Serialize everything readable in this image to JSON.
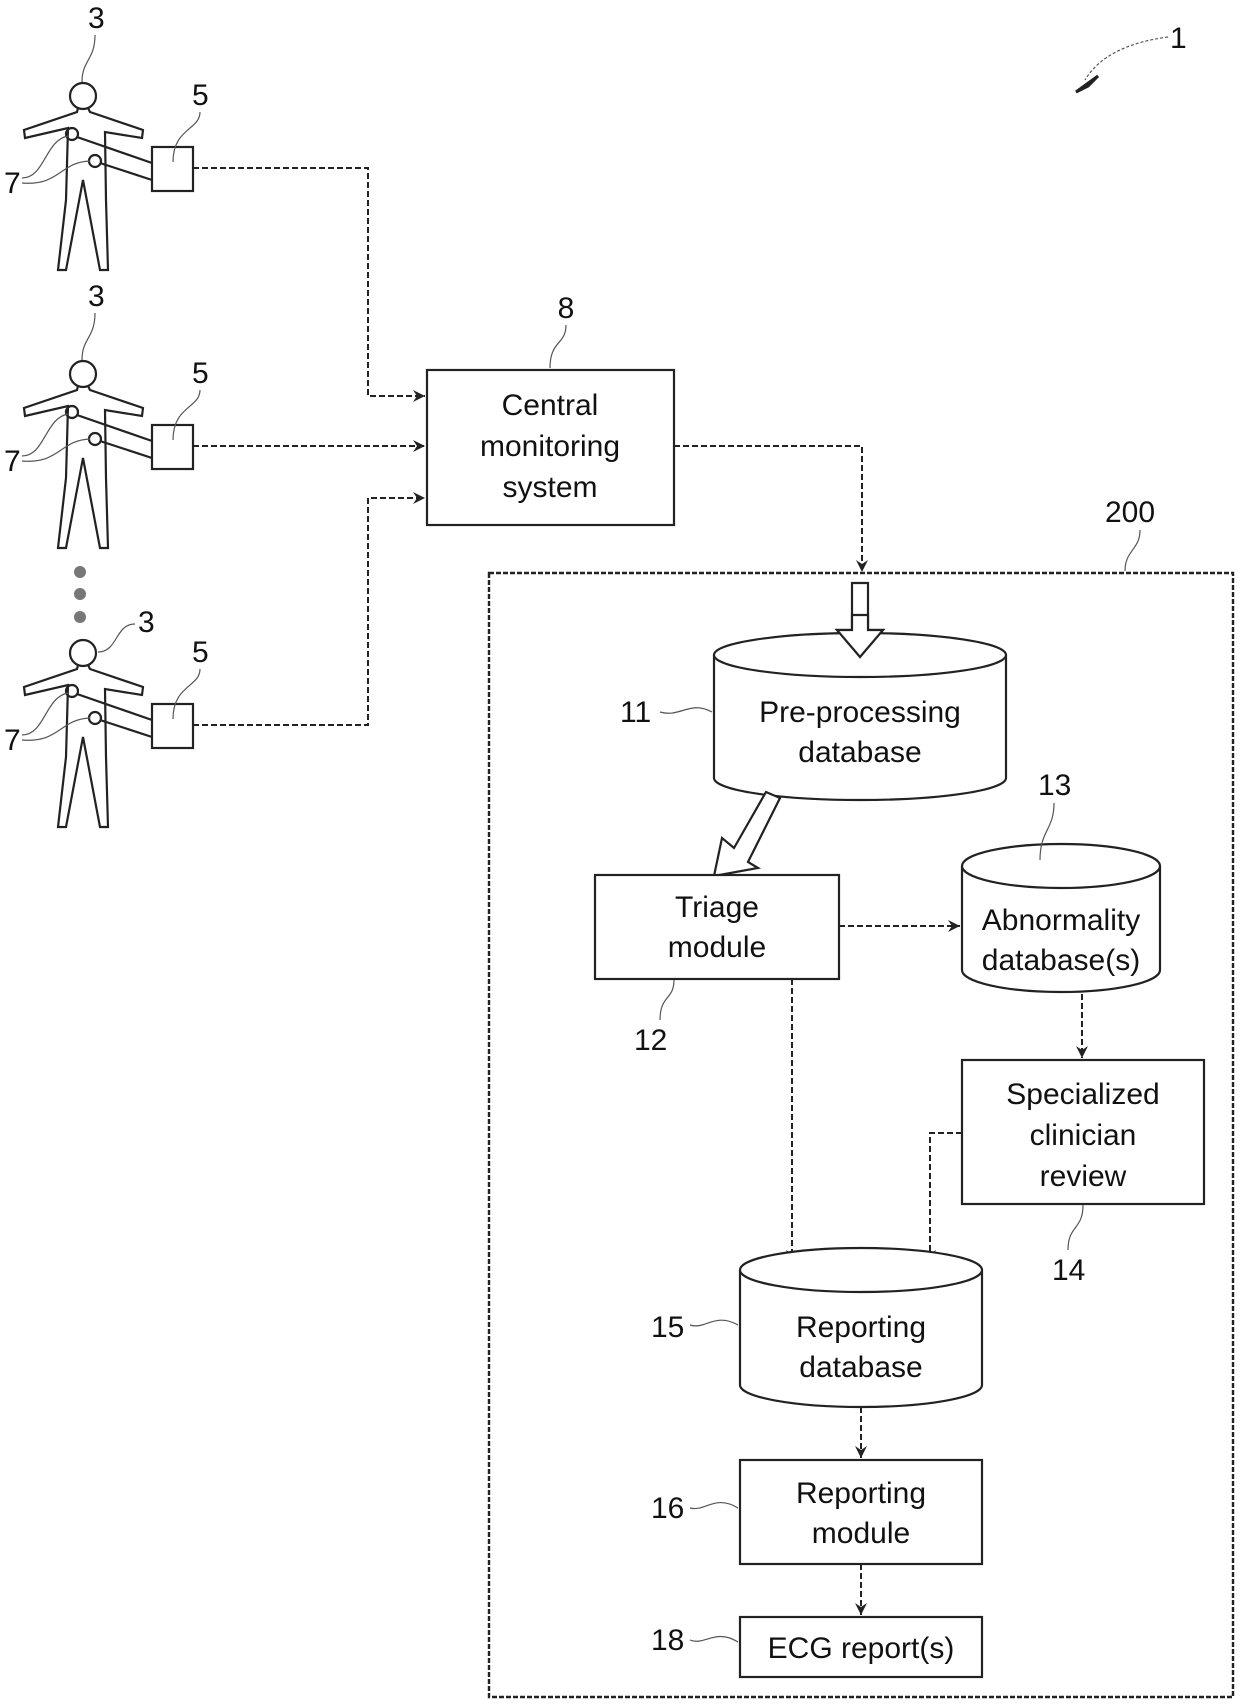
{
  "figure": {
    "ref_system": "1",
    "ref_outer_box": "200"
  },
  "patients": [
    {
      "ref_person": "3",
      "ref_device": "5",
      "ref_electrodes": "7"
    },
    {
      "ref_person": "3",
      "ref_device": "5",
      "ref_electrodes": "7"
    },
    {
      "ref_person": "3",
      "ref_device": "5",
      "ref_electrodes": "7"
    }
  ],
  "nodes": {
    "central": {
      "ref": "8",
      "lines": [
        "Central",
        "monitoring",
        "system"
      ]
    },
    "preprocessing": {
      "ref": "11",
      "lines": [
        "Pre-processing",
        "database"
      ]
    },
    "triage": {
      "ref": "12",
      "lines": [
        "Triage",
        "module"
      ]
    },
    "abnormality": {
      "ref": "13",
      "lines": [
        "Abnormality",
        "database(s)"
      ]
    },
    "clinician": {
      "ref": "14",
      "lines": [
        "Specialized",
        "clinician",
        "review"
      ]
    },
    "reporting_db": {
      "ref": "15",
      "lines": [
        "Reporting",
        "database"
      ]
    },
    "reporting_module": {
      "ref": "16",
      "lines": [
        "Reporting",
        "module"
      ]
    },
    "ecg_reports": {
      "ref": "18",
      "lines": [
        "ECG report(s)"
      ]
    }
  }
}
